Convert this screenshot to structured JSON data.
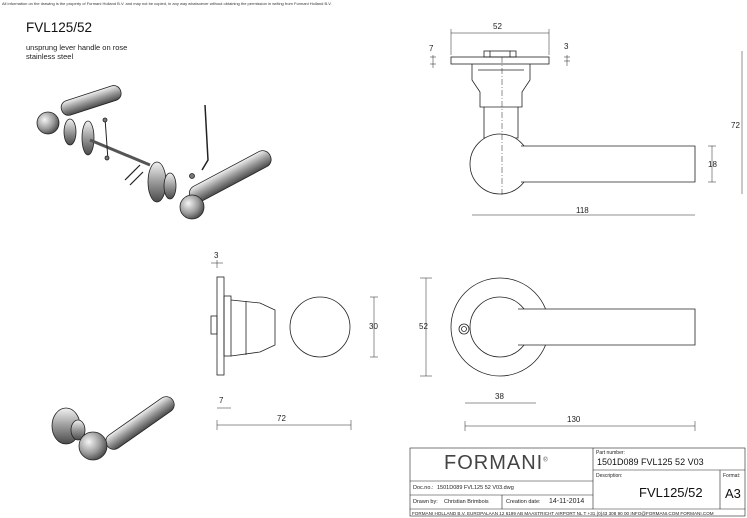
{
  "notice": "All information on the drawing is the property of Formani Holland B.V. and may not be copied, in any way whatsoever without obtaining the permission in writing from Formani Holland B.V.",
  "product": {
    "code": "FVL125/52",
    "description_lines": [
      "unsprung lever handle on rose",
      "stainless steel"
    ]
  },
  "dimensions": {
    "top_width": "52",
    "top_left": "7",
    "top_right": "3",
    "height": "72",
    "lever_thickness": "18",
    "lever_length": "118",
    "side_plate": "3",
    "side_knob": "30",
    "front_rose": "52",
    "side_depth": "7",
    "side_total": "72",
    "front_offset": "38",
    "front_total": "130"
  },
  "title_block": {
    "brand": "FORMANI",
    "brand_mark": "®",
    "part_number_label": "Part number:",
    "part_number": "1501D089 FVL125 52 V03",
    "description_label": "Description:",
    "description": "FVL125/52",
    "doc_label": "Doc.no.:",
    "doc_no": "1501D089 FVL125 52 V03.dwg",
    "drawn_label": "Drawn by:",
    "drawn_by": "Christian Brimbois",
    "date_label": "Creation date:",
    "date": "14-11-2014",
    "format_label": "Format:",
    "format": "A3",
    "footer": "FORMANI HOLLAND B.V.  EUROPALAAN 12 6199 AB MAASTRICHT AIRPORT NL  T +31 (0)43 308 90 00  INFO@FORMANI.COM FORMANI.COM"
  }
}
